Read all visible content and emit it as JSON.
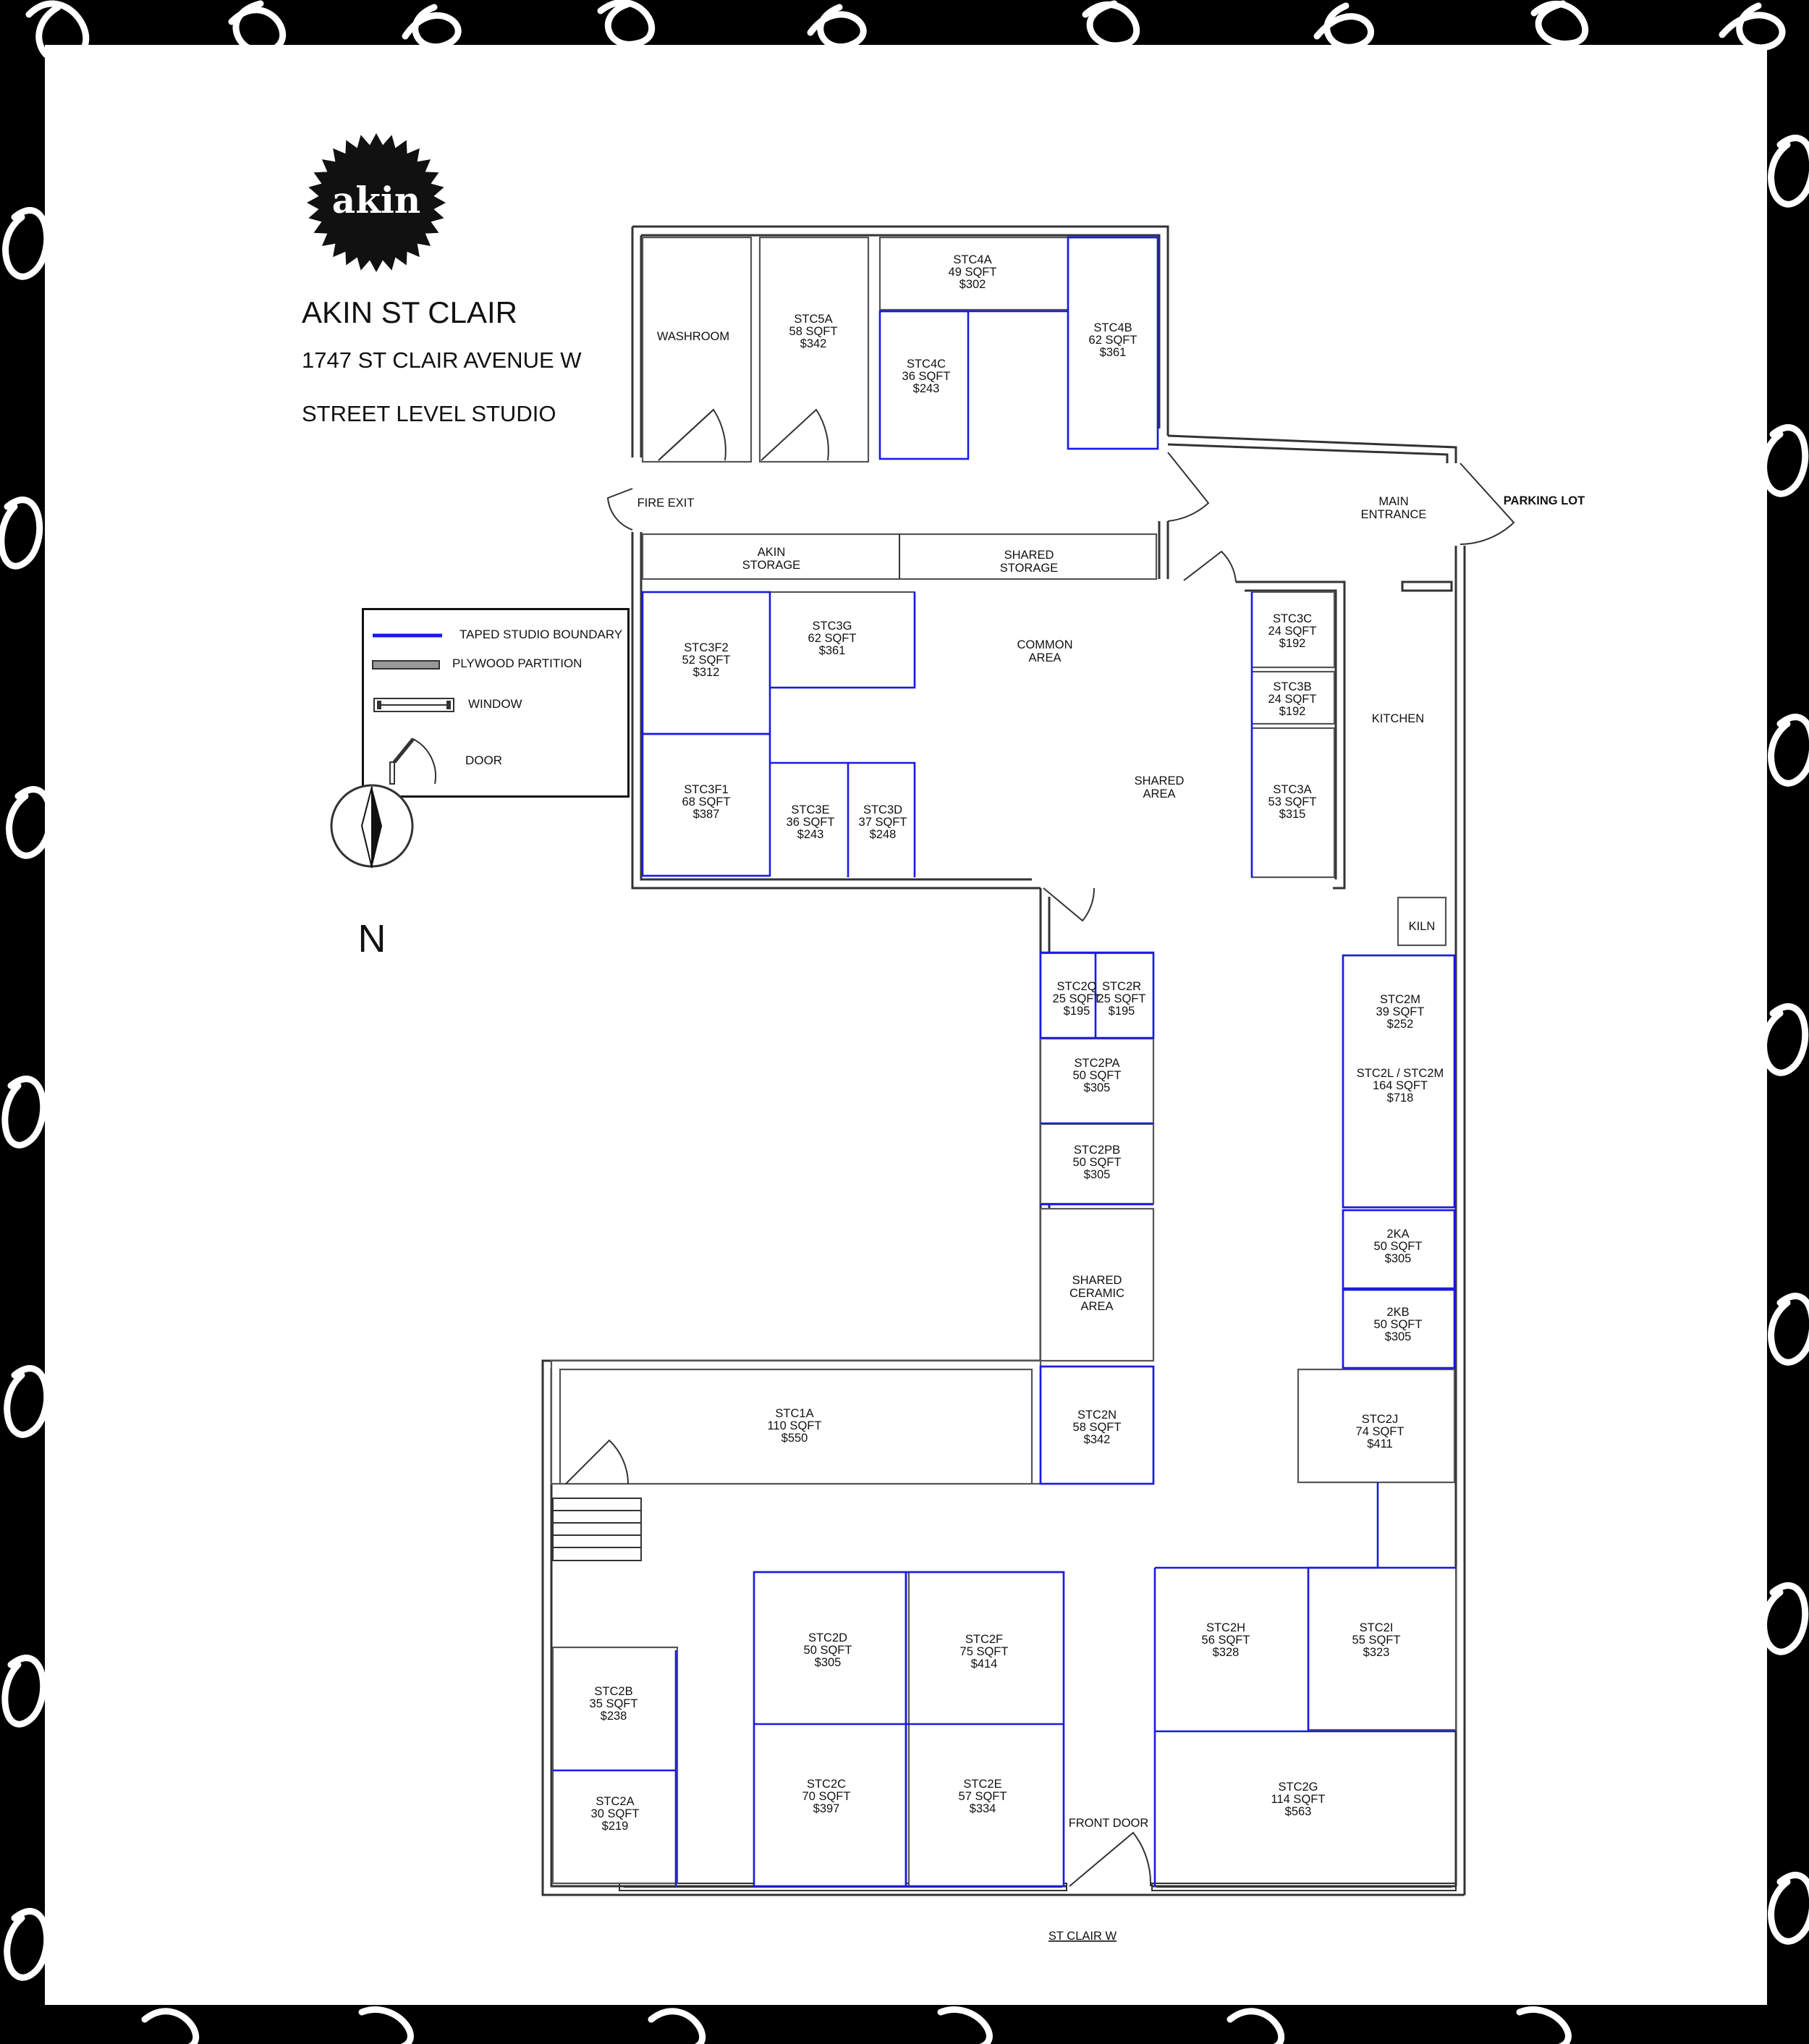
{
  "header": {
    "brand": "akin",
    "title": "AKIN ST CLAIR",
    "address": "1747 ST CLAIR AVENUE W",
    "subtitle": "STREET LEVEL STUDIO"
  },
  "legend": {
    "items": [
      {
        "symbol": "taped-boundary",
        "label": "TAPED STUDIO BOUNDARY"
      },
      {
        "symbol": "plywood-partition",
        "label": "PLYWOOD PARTITION"
      },
      {
        "symbol": "window",
        "label": "WINDOW"
      },
      {
        "symbol": "door",
        "label": "DOOR"
      }
    ]
  },
  "compass": {
    "label": "N"
  },
  "colors": {
    "taped_boundary": "#1a1ae6",
    "wall": "#333333",
    "partition": "#999999"
  },
  "street": "ST CLAIR W",
  "places": {
    "WASHROOM": "WASHROOM",
    "FIRE_EXIT": "FIRE EXIT",
    "AKIN_STORAGE": [
      "AKIN",
      "STORAGE"
    ],
    "SHARED_STORAGE": [
      "SHARED",
      "STORAGE"
    ],
    "COMMON_AREA": [
      "COMMON",
      "AREA"
    ],
    "SHARED_AREA": [
      "SHARED",
      "AREA"
    ],
    "MAIN_ENTRANCE": [
      "MAIN",
      "ENTRANCE"
    ],
    "PARKING_LOT": "PARKING LOT",
    "KITCHEN": "KITCHEN",
    "KILN": "KILN",
    "SHARED_CERAMIC": [
      "SHARED",
      "CERAMIC",
      "AREA"
    ],
    "FRONT_DOOR": "FRONT DOOR"
  },
  "studios": {
    "STC5A": {
      "name": "STC5A",
      "area": "58 SQFT",
      "price": "$342"
    },
    "STC4A": {
      "name": "STC4A",
      "area": "49 SQFT",
      "price": "$302"
    },
    "STC4B": {
      "name": "STC4B",
      "area": "62 SQFT",
      "price": "$361"
    },
    "STC4C": {
      "name": "STC4C",
      "area": "36 SQFT",
      "price": "$243"
    },
    "STC3F2": {
      "name": "STC3F2",
      "area": "52 SQFT",
      "price": "$312"
    },
    "STC3F1": {
      "name": "STC3F1",
      "area": "68 SQFT",
      "price": "$387"
    },
    "STC3G": {
      "name": "STC3G",
      "area": "62 SQFT",
      "price": "$361"
    },
    "STC3E": {
      "name": "STC3E",
      "area": "36 SQFT",
      "price": "$243"
    },
    "STC3D": {
      "name": "STC3D",
      "area": "37 SQFT",
      "price": "$248"
    },
    "STC3C": {
      "name": "STC3C",
      "area": "24 SQFT",
      "price": "$192"
    },
    "STC3B": {
      "name": "STC3B",
      "area": "24 SQFT",
      "price": "$192"
    },
    "STC3A": {
      "name": "STC3A",
      "area": "53 SQFT",
      "price": "$315"
    },
    "STC2Q": {
      "name": "STC2Q",
      "area": "25 SQFT",
      "price": "$195"
    },
    "STC2R": {
      "name": "STC2R",
      "area": "25 SQFT",
      "price": "$195"
    },
    "STC2PA": {
      "name": "STC2PA",
      "area": "50 SQFT",
      "price": "$305"
    },
    "STC2PB": {
      "name": "STC2PB",
      "area": "50 SQFT",
      "price": "$305"
    },
    "STC2M": {
      "name": "STC2M",
      "area": "39 SQFT",
      "price": "$252"
    },
    "STC2LM": {
      "name": "STC2L / STC2M",
      "area": "164 SQFT",
      "price": "$718"
    },
    "2KA": {
      "name": "2KA",
      "area": "50 SQFT",
      "price": "$305"
    },
    "2KB": {
      "name": "2KB",
      "area": "50 SQFT",
      "price": "$305"
    },
    "STC1A": {
      "name": "STC1A",
      "area": "110 SQFT",
      "price": "$550"
    },
    "STC2N": {
      "name": "STC2N",
      "area": "58 SQFT",
      "price": "$342"
    },
    "STC2J": {
      "name": "STC2J",
      "area": "74 SQFT",
      "price": "$411"
    },
    "STC2D": {
      "name": "STC2D",
      "area": "50 SQFT",
      "price": "$305"
    },
    "STC2F": {
      "name": "STC2F",
      "area": "75 SQFT",
      "price": "$414"
    },
    "STC2C": {
      "name": "STC2C",
      "area": "70 SQFT",
      "price": "$397"
    },
    "STC2E": {
      "name": "STC2E",
      "area": "57 SQFT",
      "price": "$334"
    },
    "STC2H": {
      "name": "STC2H",
      "area": "56 SQFT",
      "price": "$328"
    },
    "STC2I": {
      "name": "STC2I",
      "area": "55 SQFT",
      "price": "$323"
    },
    "STC2B": {
      "name": "STC2B",
      "area": "35 SQFT",
      "price": "$238"
    },
    "STC2A": {
      "name": "STC2A",
      "area": "30 SQFT",
      "price": "$219"
    },
    "STC2G": {
      "name": "STC2G",
      "area": "114 SQFT",
      "price": "$563"
    }
  }
}
